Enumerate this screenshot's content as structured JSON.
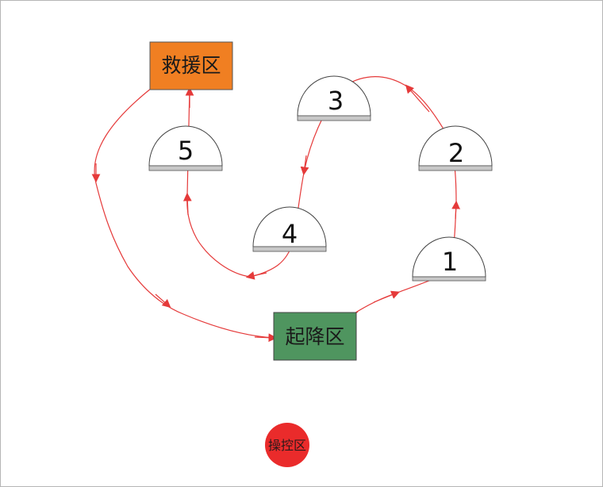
{
  "diagram": {
    "zones": {
      "rescue": {
        "label": "救援区",
        "color": "#f07f22"
      },
      "takeoff": {
        "label": "起降区",
        "color": "#4f955f"
      },
      "control": {
        "label": "操控区",
        "color": "#ea2b2b"
      }
    },
    "domes": [
      {
        "id": "1",
        "label": "1"
      },
      {
        "id": "2",
        "label": "2"
      },
      {
        "id": "3",
        "label": "3"
      },
      {
        "id": "4",
        "label": "4"
      },
      {
        "id": "5",
        "label": "5"
      }
    ],
    "route": {
      "color": "#e53a3a",
      "sequence": [
        "起降区",
        "1",
        "2",
        "3",
        "4",
        "5",
        "救援区",
        "起降区"
      ]
    },
    "dome_base_color": "#c8c8c8"
  }
}
